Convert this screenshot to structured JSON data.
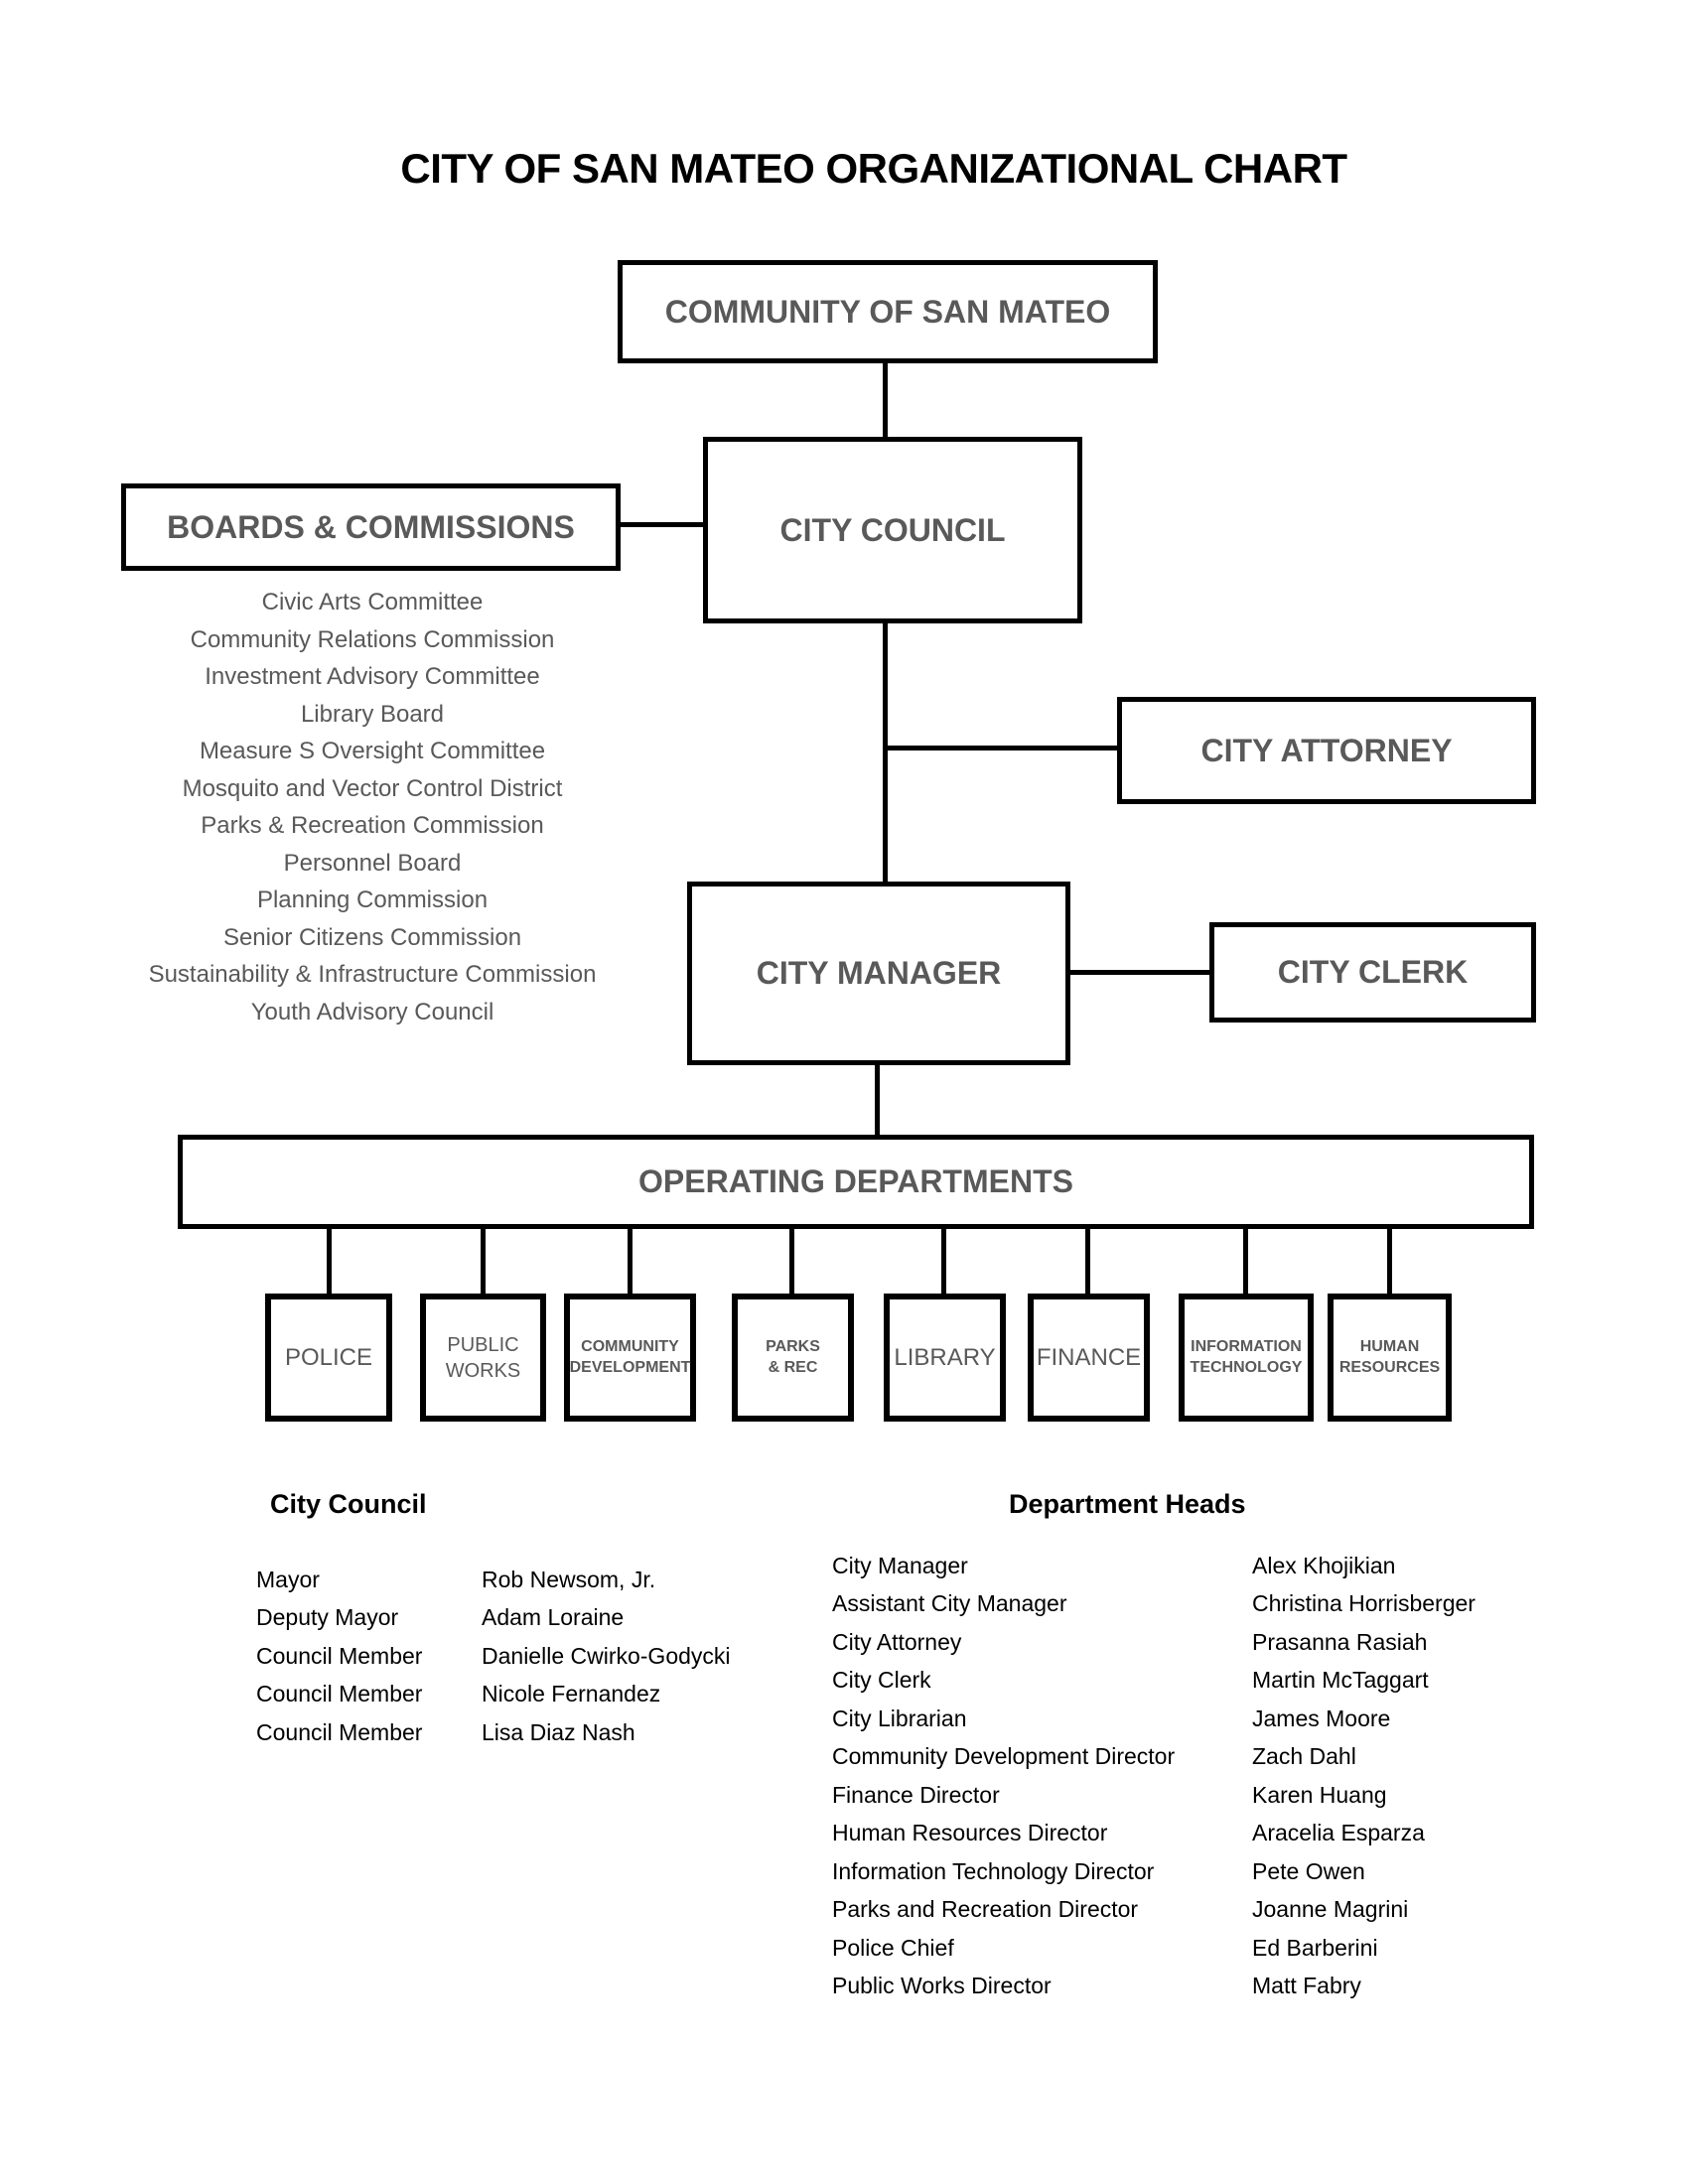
{
  "title": "CITY OF SAN MATEO ORGANIZATIONAL CHART",
  "org": {
    "community": "COMMUNITY OF SAN MATEO",
    "city_council": "CITY COUNCIL",
    "boards_commissions": "BOARDS & COMMISSIONS",
    "city_attorney": "CITY ATTORNEY",
    "city_manager": "CITY MANAGER",
    "city_clerk": "CITY CLERK",
    "operating_departments": "OPERATING DEPARTMENTS"
  },
  "boards": {
    "items": [
      "Civic Arts Committee",
      "Community Relations Commission",
      "Investment Advisory Committee",
      "Library Board",
      "Measure S Oversight Committee",
      "Mosquito and Vector Control District",
      "Parks & Recreation Commission",
      "Personnel Board",
      "Planning Commission",
      "Senior Citizens Commission",
      "Sustainability & Infrastructure Commission",
      "Youth Advisory Council"
    ]
  },
  "departments": [
    {
      "line1": "POLICE",
      "line2": ""
    },
    {
      "line1": "PUBLIC",
      "line2": "WORKS"
    },
    {
      "line1": "COMMUNITY",
      "line2": "DEVELOPMENT"
    },
    {
      "line1": "PARKS",
      "line2": "& REC"
    },
    {
      "line1": "LIBRARY",
      "line2": ""
    },
    {
      "line1": "FINANCE",
      "line2": ""
    },
    {
      "line1": "INFORMATION",
      "line2": "TECHNOLOGY"
    },
    {
      "line1": "HUMAN",
      "line2": "RESOURCES"
    }
  ],
  "city_council_section": {
    "heading": "City Council",
    "rows": [
      {
        "title": "Mayor",
        "name": "Rob Newsom, Jr."
      },
      {
        "title": "Deputy Mayor",
        "name": "Adam Loraine"
      },
      {
        "title": "Council Member",
        "name": "Danielle Cwirko-Godycki"
      },
      {
        "title": "Council Member",
        "name": "Nicole Fernandez"
      },
      {
        "title": "Council Member",
        "name": "Lisa Diaz Nash"
      }
    ]
  },
  "department_heads_section": {
    "heading": "Department Heads",
    "rows": [
      {
        "title": "City Manager",
        "name": "Alex Khojikian"
      },
      {
        "title": "Assistant City Manager",
        "name": "Christina Horrisberger"
      },
      {
        "title": "City Attorney",
        "name": "Prasanna Rasiah"
      },
      {
        "title": "City Clerk",
        "name": "Martin McTaggart"
      },
      {
        "title": "City Librarian",
        "name": "James Moore"
      },
      {
        "title": "Community Development Director",
        "name": "Zach Dahl"
      },
      {
        "title": "Finance Director",
        "name": "Karen Huang"
      },
      {
        "title": "Human Resources Director",
        "name": "Aracelia Esparza"
      },
      {
        "title": "Information Technology Director",
        "name": "Pete Owen"
      },
      {
        "title": "Parks and Recreation Director",
        "name": "Joanne Magrini"
      },
      {
        "title": "Police Chief",
        "name": "Ed Barberini"
      },
      {
        "title": "Public Works Director",
        "name": "Matt Fabry"
      }
    ]
  },
  "colors": {
    "box_label_gray": "#595959",
    "line_black": "#000000",
    "background": "#ffffff"
  }
}
